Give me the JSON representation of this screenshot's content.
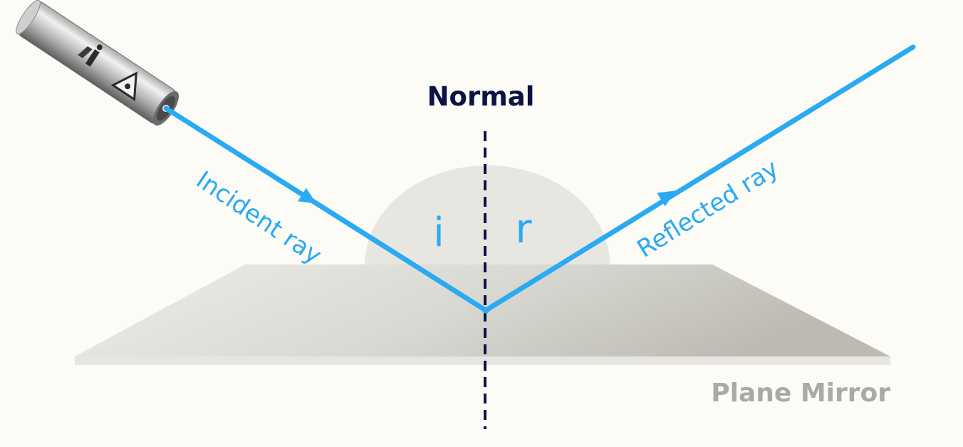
{
  "labels": {
    "normal": "Normal",
    "incident": "Incident ray",
    "reflected": "Reflected ray",
    "angle_i": "i",
    "angle_r": "r",
    "mirror": "Plane Mirror"
  },
  "colors": {
    "background": "#fdfbf5",
    "ray": "#2aaaf2",
    "normal": "#0c1446",
    "mirror_label": "#a9a9a9",
    "angle_region": "#e8e6e1"
  },
  "icons": {
    "laser_pointer": "laser-pointer-icon",
    "laser_warning": "laser-warning-icon",
    "info_symbol": "info-icon"
  }
}
